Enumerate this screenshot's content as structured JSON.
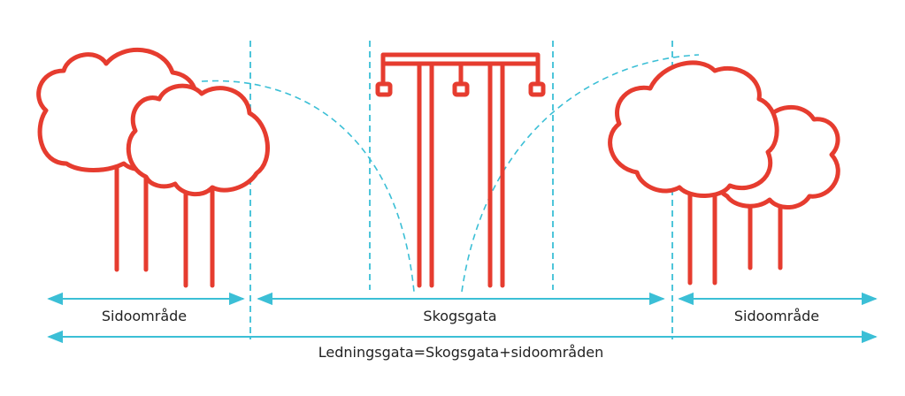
{
  "labels": {
    "left_side": "Sidoområde",
    "center": "Skogsgata",
    "right_side": "Sidoområde",
    "total": "Ledningsgata=Skogsgata+sidoområden"
  },
  "colors": {
    "tree_red": "#e63c2f",
    "pylon_red": "#e63c2f",
    "dash_teal": "#3bbfd6",
    "arrow_teal": "#3bbfd6",
    "text": "#222222"
  }
}
